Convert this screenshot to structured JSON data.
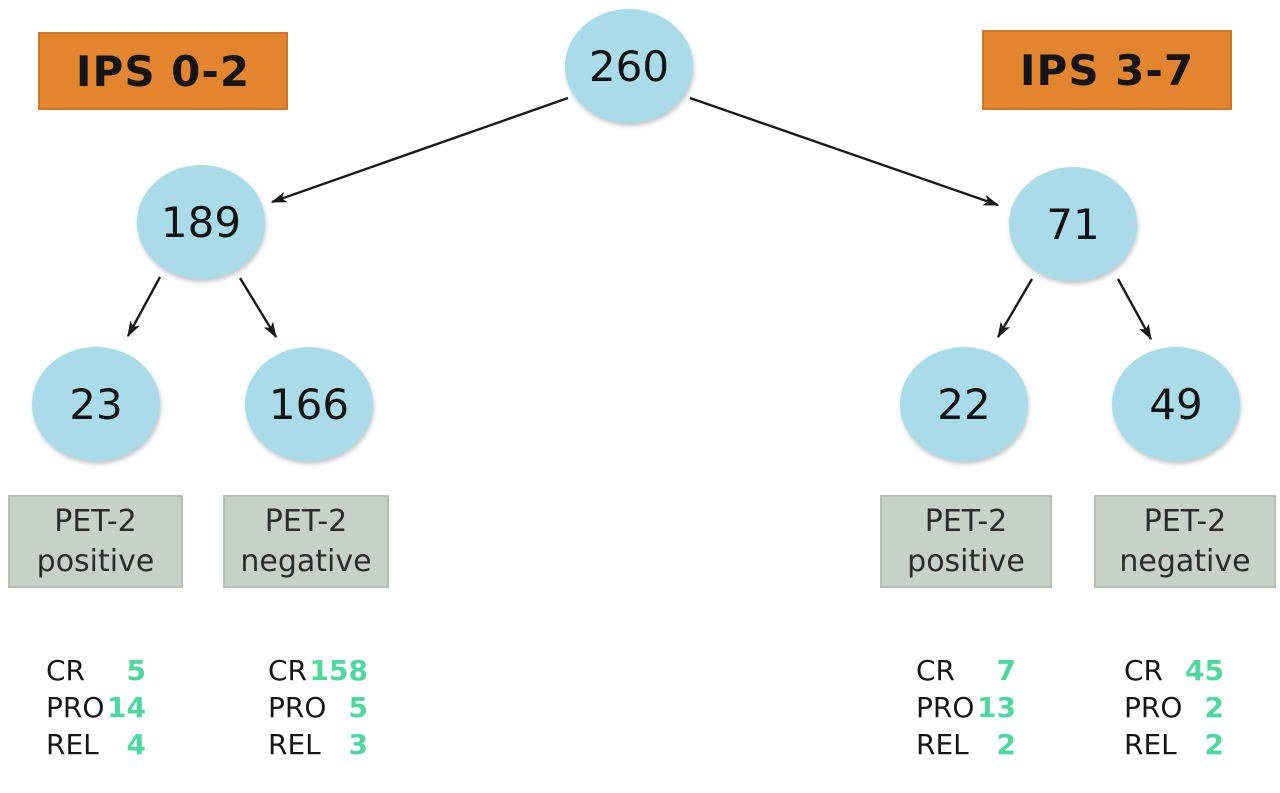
{
  "badges": {
    "left": "IPS 0-2",
    "right": "IPS 3-7"
  },
  "nodes": {
    "total": "260",
    "ips_low": "189",
    "ips_high": "71",
    "low_pet_positive": "23",
    "low_pet_negative": "166",
    "high_pet_positive": "22",
    "high_pet_negative": "49"
  },
  "pet_boxes": {
    "low_positive": {
      "line1": "PET-2",
      "line2": "positive"
    },
    "low_negative": {
      "line1": "PET-2",
      "line2": "negative"
    },
    "high_positive": {
      "line1": "PET-2",
      "line2": "positive"
    },
    "high_negative": {
      "line1": "PET-2",
      "line2": "negative"
    }
  },
  "outcomes": {
    "low_positive": [
      {
        "label": "CR",
        "value": "5"
      },
      {
        "label": "PRO",
        "value": "14"
      },
      {
        "label": "REL",
        "value": "4"
      }
    ],
    "low_negative": [
      {
        "label": "CR",
        "value": "158"
      },
      {
        "label": "PRO",
        "value": "5"
      },
      {
        "label": "REL",
        "value": "3"
      }
    ],
    "high_positive": [
      {
        "label": "CR",
        "value": "7"
      },
      {
        "label": "PRO",
        "value": "13"
      },
      {
        "label": "REL",
        "value": "2"
      }
    ],
    "high_negative": [
      {
        "label": "CR",
        "value": "45"
      },
      {
        "label": "PRO",
        "value": "2"
      },
      {
        "label": "REL",
        "value": "2"
      }
    ]
  },
  "colors": {
    "badge_orange": "#E2852E",
    "node_blue": "#A9DCE8",
    "box_gray": "#C9CFC9",
    "value_green": "#4FD7A1",
    "ink": "#1A1A1A"
  }
}
